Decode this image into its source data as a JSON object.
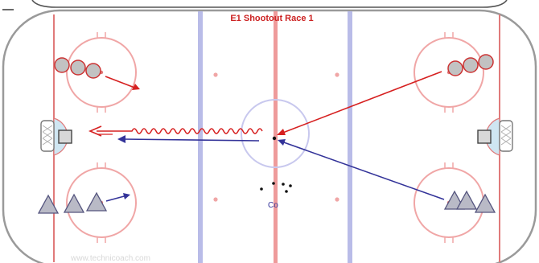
{
  "diagram": {
    "title": "E1 Shootout Race 1",
    "coach_label": "Co",
    "watermark": "www.technicoach.com",
    "colors": {
      "board": "#9a9a9a",
      "red_line": "#e07a7a",
      "blue_line": "#b9bce8",
      "faceoff_circle": "#f0a6a6",
      "center_circle": "#c8c8ee",
      "crease": "#cfe6f2",
      "player_fill": "#c2c2c2",
      "player_stroke": "#cc3333",
      "triangle_fill": "#b9bac6",
      "triangle_stroke": "#54547e",
      "red_arrow": "#d62020",
      "blue_arrow": "#333399",
      "puck": "#111111",
      "title_text": "#cc2222",
      "coach_text": "#333399",
      "watermark_text": "#d8d8d8"
    },
    "icons": [
      "goal-net-icon",
      "puck-bucket-icon",
      "player-circle-icon",
      "player-triangle-icon",
      "puck-icon"
    ]
  }
}
